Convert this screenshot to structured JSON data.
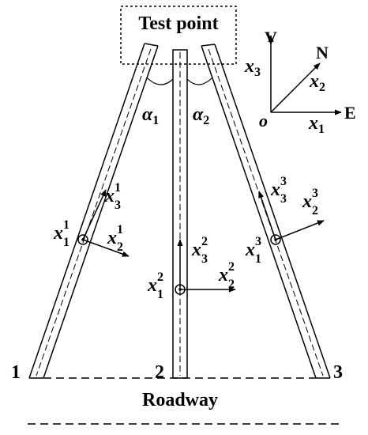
{
  "diagram": {
    "test_point_label": "Test point",
    "roadway_label": "Roadway",
    "angles": {
      "a1": {
        "sym": "α",
        "sub": "1"
      },
      "a2": {
        "sym": "α",
        "sub": "2"
      }
    },
    "column_numbers": {
      "c1": "1",
      "c2": "2",
      "c3": "3"
    },
    "axes": {
      "x3": {
        "sym": "x",
        "sub": "3"
      },
      "x2": {
        "sym": "x",
        "sub": "2"
      },
      "x1": {
        "sym": "x",
        "sub": "1"
      },
      "origin": "o",
      "V": "V",
      "N": "N",
      "E": "E"
    },
    "local_axes": {
      "p1": {
        "x3": {
          "sym": "x",
          "sub": "3",
          "sup": "1"
        },
        "x1": {
          "sym": "x",
          "sub": "1",
          "sup": "1"
        },
        "x2": {
          "sym": "x",
          "sub": "2",
          "sup": "1"
        }
      },
      "p2": {
        "x3": {
          "sym": "x",
          "sub": "3",
          "sup": "2"
        },
        "x1": {
          "sym": "x",
          "sub": "1",
          "sup": "2"
        },
        "x2": {
          "sym": "x",
          "sub": "2",
          "sup": "2"
        }
      },
      "p3": {
        "x3": {
          "sym": "x",
          "sub": "3",
          "sup": "3"
        },
        "x1": {
          "sym": "x",
          "sub": "1",
          "sup": "3"
        },
        "x2": {
          "sym": "x",
          "sub": "2",
          "sup": "3"
        }
      }
    }
  }
}
